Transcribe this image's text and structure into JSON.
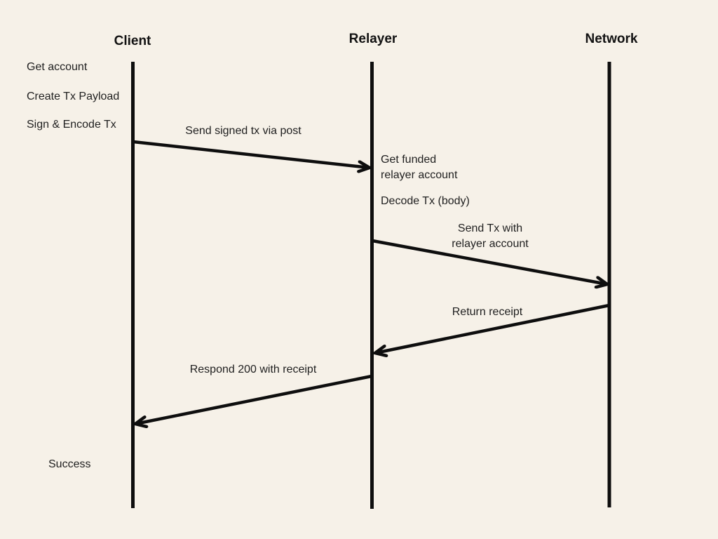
{
  "actors": {
    "client": "Client",
    "relayer": "Relayer",
    "network": "Network"
  },
  "client_steps": {
    "get_account": "Get account",
    "create_tx_payload": "Create Tx Payload",
    "sign_encode_tx": "Sign & Encode Tx",
    "success": "Success"
  },
  "relayer_steps": {
    "get_funded": "Get funded\nrelayer account",
    "decode_tx": "Decode Tx (body)"
  },
  "messages": {
    "send_signed_tx": "Send signed tx via post",
    "send_tx_relayer": "Send Tx with\nrelayer account",
    "return_receipt": "Return receipt",
    "respond_200": "Respond 200 with receipt"
  },
  "colors": {
    "background": "#F6F1E8",
    "line": "#0E0E0E",
    "text": "#1F1F1F"
  }
}
